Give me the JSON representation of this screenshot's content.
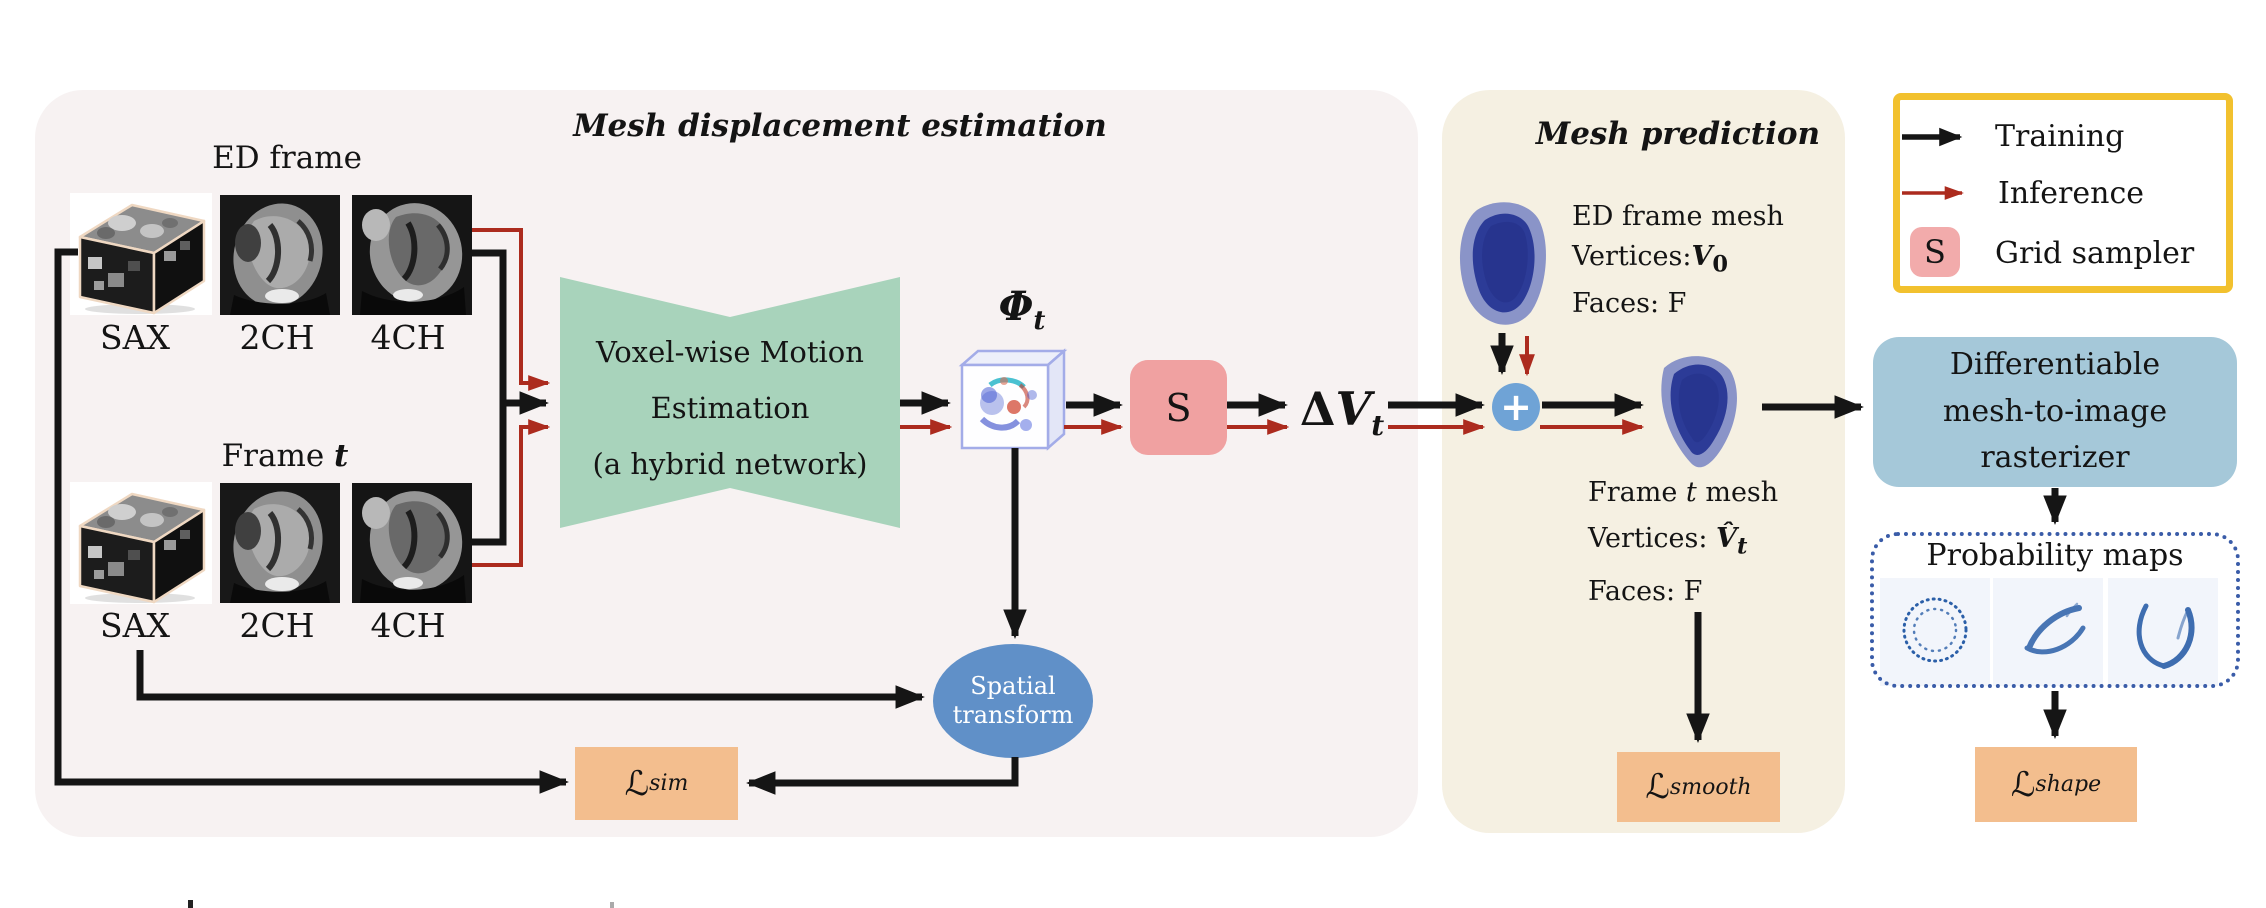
{
  "titles": {
    "left": "Mesh displacement estimation",
    "right": "Mesh prediction"
  },
  "legend": {
    "training": "Training",
    "inference": "Inference",
    "sampler_symbol": "S",
    "sampler_label": "Grid sampler"
  },
  "inputs": {
    "ed": {
      "title": "ED frame",
      "views": [
        "SAX",
        "2CH",
        "4CH"
      ]
    },
    "t": {
      "title_pre": "Frame ",
      "title_var": "t",
      "views": [
        "SAX",
        "2CH",
        "4CH"
      ]
    }
  },
  "network": {
    "line1": "Voxel-wise Motion",
    "line2": "Estimation",
    "line3": "(a hybrid network)"
  },
  "phi": {
    "main": "Φ",
    "sub": "t"
  },
  "sampler": {
    "label": "S"
  },
  "delta_v": {
    "main_delta": "Δ",
    "main_v": "V",
    "sub": "t"
  },
  "plus": {
    "symbol": "+"
  },
  "spatial": {
    "line1": "Spatial",
    "line2": "transform"
  },
  "ed_mesh": {
    "line1": "ED frame mesh",
    "line2_pre": "Vertices:",
    "line2_var": "V",
    "line2_sub": "0",
    "line3": "Faces: F"
  },
  "t_mesh": {
    "line1_pre": "Frame ",
    "line1_var": "t",
    "line1_post": " mesh",
    "line2_pre": "Vertices: ",
    "line2_var": "V̂",
    "line2_sub": "t",
    "line3": "Faces: F"
  },
  "rasterizer": {
    "line1": "Differentiable",
    "line2": "mesh-to-image",
    "line3": "rasterizer"
  },
  "probmaps": {
    "title": "Probability maps"
  },
  "losses": {
    "sim": {
      "main": "ℒ",
      "sub": "sim"
    },
    "smooth": {
      "main": "ℒ",
      "sub": "smooth"
    },
    "shape": {
      "main": "ℒ",
      "sub": "shape"
    }
  },
  "colors": {
    "panel_left": "#F7F2F2",
    "panel_right": "#F5F0E2",
    "network_green": "#A8D3BB",
    "sampler_pink": "#F0A1A1",
    "loss_orange": "#F3BE8E",
    "rasterizer_blue": "#A5C8D9",
    "spatial_blue": "#6090C8",
    "plus_blue": "#6FA3D6",
    "legend_border_gold": "#F2C12E",
    "training_arrow": "#151515",
    "inference_arrow": "#AC2B1E",
    "mesh_blue": "#2C3B97",
    "probmap_ink": "#2B5FA8"
  }
}
